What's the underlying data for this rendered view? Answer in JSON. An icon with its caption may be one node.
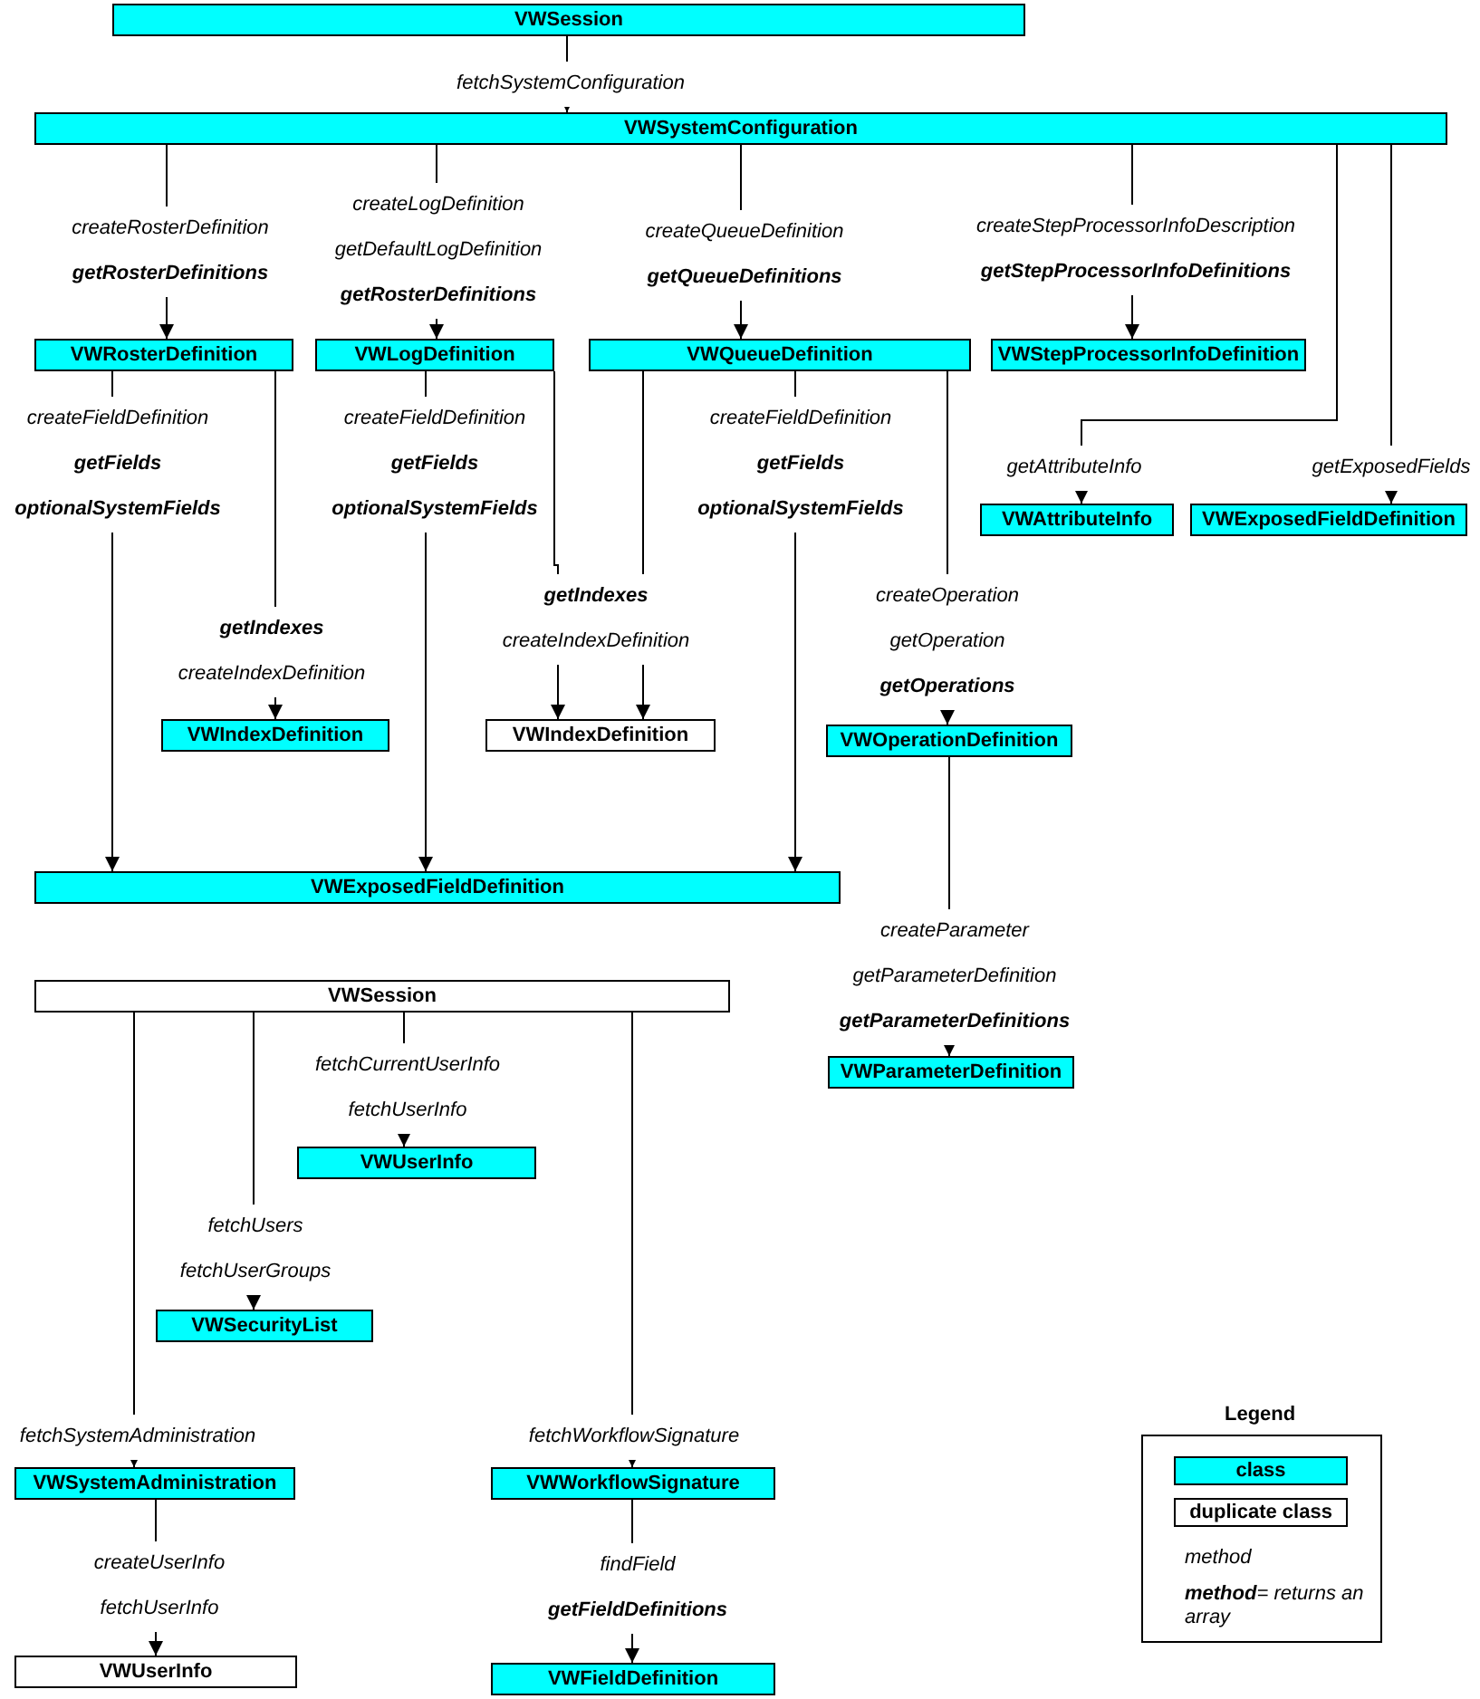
{
  "diagram": {
    "nodes": [
      {
        "text": [
          "VWSession"
        ]
      },
      {
        "text": [
          "VWSystemConfiguration"
        ]
      },
      {
        "text": [
          "VWRosterDefinition"
        ]
      },
      {
        "text": [
          "VWLogDefinition"
        ]
      },
      {
        "text": [
          "VWQueueDefinition"
        ]
      },
      {
        "text": [
          "VWStepProcessorInfoDefinition"
        ]
      },
      {
        "text": [
          "VWAttributeInfo"
        ]
      },
      {
        "text": [
          "VWExposedFieldDefinition"
        ]
      },
      {
        "text": [
          "VWIndexDefinition"
        ]
      },
      {
        "text": [
          "VWIndexDefinition"
        ]
      },
      {
        "text": [
          "VWOperationDefinition"
        ]
      },
      {
        "text": [
          "VWExposedFieldDefinition"
        ]
      },
      {
        "text": [
          "VWParameterDefinition"
        ]
      },
      {
        "text": [
          "VWSession"
        ]
      },
      {
        "text": [
          "VWUserInfo"
        ]
      },
      {
        "text": [
          "VWSecurityList"
        ]
      },
      {
        "text": [
          "VWSystemAdministration"
        ]
      },
      {
        "text": [
          "VWWorkflowSignature"
        ]
      },
      {
        "text": [
          "VWUserInfo"
        ]
      },
      {
        "text": [
          "VWFieldDefinition"
        ]
      }
    ],
    "edges": [
      {
        "from": 0,
        "to": 1,
        "arrow": "to",
        "label": "fetchSystemConfiguration"
      },
      {
        "from": 1,
        "to": 2,
        "arrow": "to",
        "label": "createRosterDefinition **getRosterDefinitions**"
      },
      {
        "from": 1,
        "to": 3,
        "arrow": "to",
        "label": "createLogDefinition getDefaultLogDefinition **getRosterDefinitions**"
      },
      {
        "from": 1,
        "to": 4,
        "arrow": "to",
        "label": "createQueueDefinition **getQueueDefinitions**"
      },
      {
        "from": 1,
        "to": 5,
        "arrow": "to",
        "label": "createStepProcessorInfoDescription **getStepProcessorInfoDefinitions**"
      },
      {
        "from": 1,
        "to": 6,
        "arrow": "to",
        "label": "getAttributeInfo"
      },
      {
        "from": 1,
        "to": 7,
        "arrow": "to",
        "label": "getExposedFields"
      },
      {
        "from": 2,
        "to": 11,
        "arrow": "to",
        "label": "createFieldDefinition **getFields** **optionalSystemFields**"
      },
      {
        "from": 2,
        "to": 8,
        "arrow": "to",
        "label": "**getIndexes** createIndexDefinition"
      },
      {
        "from": 3,
        "to": 11,
        "arrow": "to",
        "label": "createFieldDefinition **getFields** **optionalSystemFields**"
      },
      {
        "from": 3,
        "to": 9,
        "arrow": "to",
        "label": "**getIndexes** createIndexDefinition"
      },
      {
        "from": 4,
        "to": 9,
        "arrow": "to"
      },
      {
        "from": 4,
        "to": 11,
        "arrow": "to",
        "label": "createFieldDefinition **getFields** **optionalSystemFields**"
      },
      {
        "from": 4,
        "to": 10,
        "arrow": "to",
        "label": "createOperation getOperation **getOperations**"
      },
      {
        "from": 10,
        "to": 12,
        "arrow": "to",
        "label": "createParameter getParameterDefinition **getParameterDefinitions**"
      },
      {
        "from": 13,
        "to": 14,
        "arrow": "to",
        "label": "fetchCurrentUserInfo fetchUserInfo"
      },
      {
        "from": 13,
        "to": 15,
        "arrow": "to",
        "label": "fetchUsers fetchUserGroups"
      },
      {
        "from": 13,
        "to": 16,
        "arrow": "to",
        "label": "fetchSystemAdministration"
      },
      {
        "from": 13,
        "to": 17,
        "arrow": "to",
        "label": "fetchWorkflowSignature"
      },
      {
        "from": 16,
        "to": 18,
        "arrow": "to",
        "label": "createUserInfo fetchUserInfo"
      },
      {
        "from": 17,
        "to": 19,
        "arrow": "to",
        "label": "findField **getFieldDefinitions**"
      }
    ],
    "labels": [
      "Legend"
    ],
    "legend": [
      {
        "text": "class",
        "color": "#00ffff"
      },
      {
        "text": "duplicate class",
        "color": "#ffffff"
      },
      {
        "text": "method"
      },
      {
        "text": "**method**= returns an array"
      }
    ]
  }
}
